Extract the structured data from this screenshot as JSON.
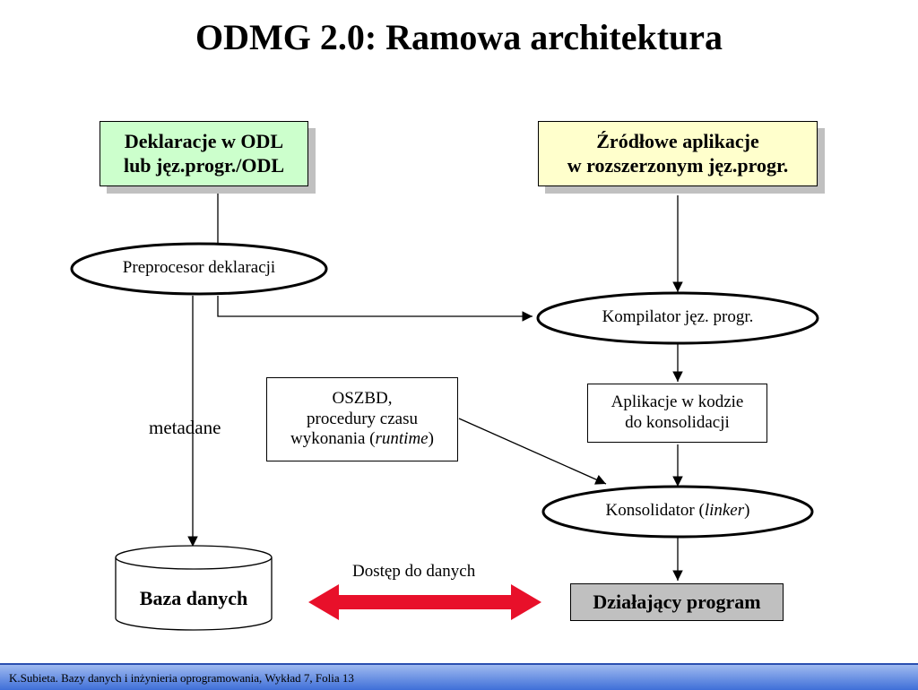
{
  "title": "ODMG 2.0: Ramowa architektura",
  "nodes": {
    "declarations": [
      "Deklaracje w ODL",
      "lub jęz.progr./ODL"
    ],
    "source_apps": [
      "Źródłowe aplikacje",
      "w rozszerzonym jęz.progr."
    ],
    "preprocessor": "Preprocesor deklaracji",
    "compiler": "Kompilator jęz. progr.",
    "oszbd": [
      "OSZBD,",
      "procedury czasu",
      "wykonania (",
      "runtime",
      ")"
    ],
    "apps_to_link": [
      "Aplikacje w kodzie",
      "do konsolidacji"
    ],
    "linker": [
      "Konsolidator (",
      "linker",
      ")"
    ],
    "database": "Baza danych",
    "running_program": "Działający program"
  },
  "edge_labels": {
    "metadata": "metadane",
    "data_access": "Dostęp do danych"
  },
  "colors": {
    "declarations_fill": "#ccffcc",
    "source_fill": "#ffffcc",
    "running_fill": "#c0c0c0",
    "access_arrow": "#e8102a",
    "footer": "#4a78dc"
  },
  "footer": "K.Subieta. Bazy danych i inżynieria oprogramowania, Wykład 7, Folia 13"
}
